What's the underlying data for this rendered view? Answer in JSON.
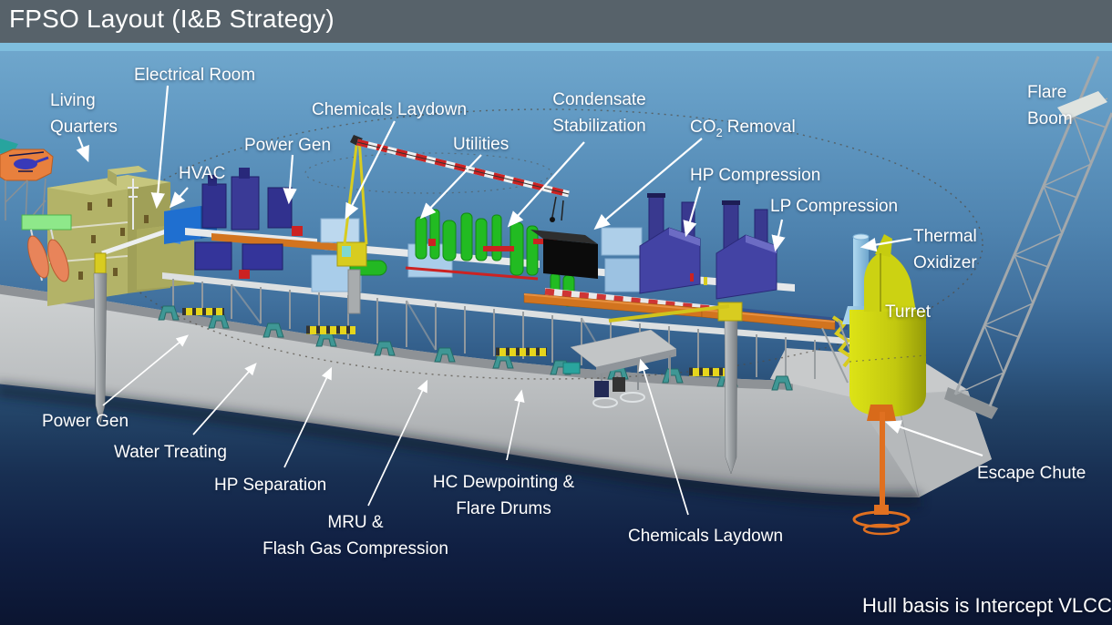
{
  "slide": {
    "title": "FPSO Layout (I&B Strategy)",
    "footnote": "Hull basis is Intercept VLCC"
  },
  "labels": {
    "living_quarters": [
      "Living",
      "Quarters"
    ],
    "electrical_room": "Electrical Room",
    "hvac": "HVAC",
    "power_gen_top": "Power Gen",
    "chemicals_laydown_top": "Chemicals Laydown",
    "utilities": "Utilities",
    "condensate_stabilization": [
      "Condensate",
      "Stabilization"
    ],
    "co2_removal": {
      "pre": "CO",
      "sub": "2",
      "post": "Removal"
    },
    "hp_compression": "HP Compression",
    "lp_compression": "LP Compression",
    "thermal_oxidizer": [
      "Thermal",
      "Oxidizer"
    ],
    "flare_boom": [
      "Flare",
      "Boom"
    ],
    "turret": "Turret",
    "escape_chute": "Escape Chute",
    "power_gen_bottom": "Power Gen",
    "water_treating": "Water Treating",
    "hp_separation": "HP Separation",
    "mru_flash_gas": [
      "MRU &",
      "Flash Gas Compression"
    ],
    "hc_dewpointing": [
      "HC Dewpointing &",
      "Flare Drums"
    ],
    "chemicals_laydown_bottom": "Chemicals Laydown"
  },
  "colors": {
    "title_bar": "#57626a",
    "accent_strip": "#7fbede",
    "sky_top": "#79b0d3",
    "sea_bottom": "#0b1531",
    "label_text": "#ffffff",
    "hull_gray": "#c7c9ca",
    "deck_band_gray": "#8e9296",
    "support_teal": "#3f9795",
    "living_quarters_khaki": "#b3b368",
    "helideck_orange": "#e8803d",
    "lifeboat_orange": "#e8845a",
    "hvac_blue": "#1f6fd0",
    "equipment_navy": "#3a3a96",
    "equipment_green": "#22bb22",
    "equipment_lightblue": "#a9cdea",
    "black_module": "#0b0b0b",
    "pipe_rack_orange": "#d2741f",
    "crane_yellow": "#d8cc20",
    "red_piping": "#cc2222",
    "thermal_oxidizer_blue": "#8fc3e8",
    "turret_yellow": "#c9cf12",
    "flare_boom_gray": "#a3a8ab",
    "escape_chute_orange": "#e07020"
  }
}
